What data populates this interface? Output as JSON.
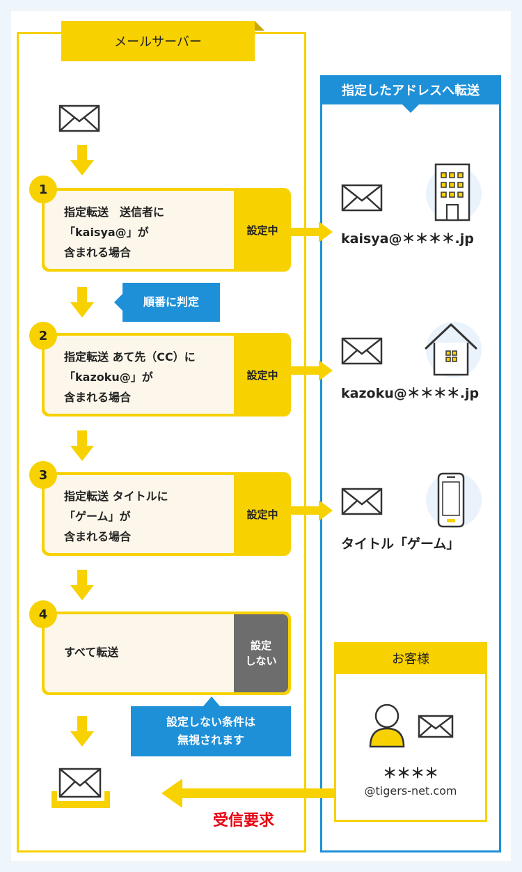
{
  "server": {
    "title": "メールサーバー"
  },
  "forward": {
    "title": "指定したアドレスへ転送"
  },
  "rules": [
    {
      "number": "1",
      "line1": "指定転送　送信者に",
      "line2": "「kaisya@」が",
      "line3": "含まれる場合",
      "status": "設定中"
    },
    {
      "number": "2",
      "line1": "指定転送 あて先（CC）に",
      "line2": "「kazoku@」が",
      "line3": "含まれる場合",
      "status": "設定中"
    },
    {
      "number": "3",
      "line1": "指定転送 タイトルに",
      "line2": "「ゲーム」が",
      "line3": "含まれる場合",
      "status": "設定中"
    },
    {
      "number": "4",
      "line1": "すべて転送",
      "status_line1": "設定",
      "status_line2": "しない"
    }
  ],
  "notes": {
    "order": "順番に判定",
    "ignore_line1": "設定しない条件は",
    "ignore_line2": "無視されます"
  },
  "destinations": [
    {
      "label": "kaisya@＊＊＊＊.jp",
      "icon": "building-icon"
    },
    {
      "label": "kazoku@＊＊＊＊.jp",
      "icon": "house-icon"
    },
    {
      "label": "タイトル「ゲーム」",
      "icon": "smartphone-icon"
    }
  ],
  "customer": {
    "title": "お客様",
    "name": "＊＊＊＊",
    "domain": "@tigers-net.com"
  },
  "receive_label": "受信要求",
  "colors": {
    "yellow": "#f7d100",
    "blue": "#1e90d8",
    "red": "#e60012",
    "gray": "#6d6d6d"
  }
}
